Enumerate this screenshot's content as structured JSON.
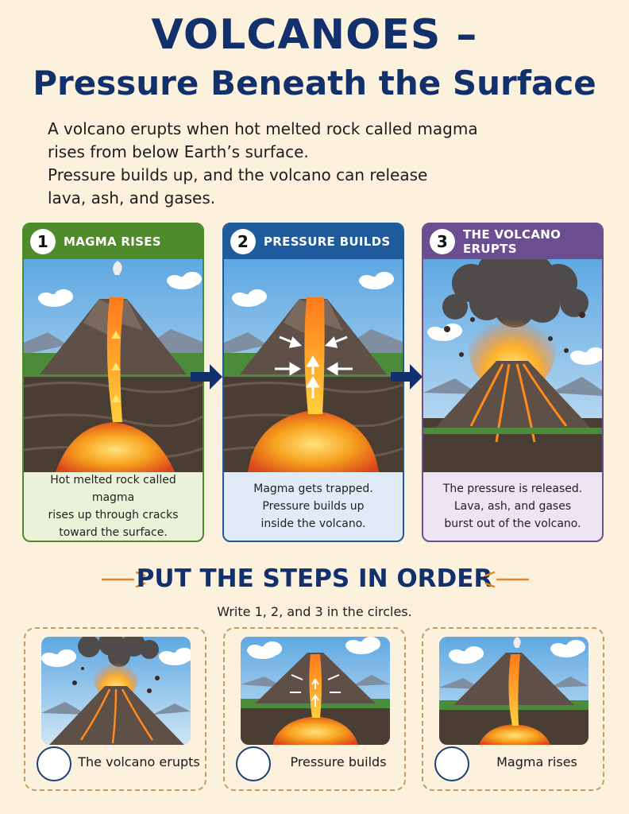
{
  "title": {
    "line1": "VOLCANOES –",
    "line2": "Pressure Beneath the Surface"
  },
  "intro": {
    "line1": "A volcano erupts when hot melted rock called magma",
    "line2": "rises from below Earth’s surface.",
    "line3": "Pressure builds up, and the volcano can release",
    "line4": "lava, ash, and gases."
  },
  "steps": [
    {
      "number": "1",
      "heading": "MAGMA RISES",
      "caption": [
        "Hot melted rock called magma",
        "rises up through cracks",
        "toward the surface."
      ],
      "color": "#4f8b2b"
    },
    {
      "number": "2",
      "heading": "PRESSURE BUILDS",
      "caption": [
        "Magma gets trapped.",
        "Pressure builds up",
        "inside the volcano."
      ],
      "color": "#1f5a9c"
    },
    {
      "number": "3",
      "heading": "THE VOLCANO ERUPTS",
      "caption": [
        "The pressure is released.",
        "Lava, ash, and gases",
        "burst out of the volcano."
      ],
      "color": "#6b4e8f"
    }
  ],
  "activity": {
    "title": "PUT THE STEPS IN ORDER",
    "instructions": "Write 1, 2, and 3 in the circles.",
    "options": [
      {
        "label": "The volcano erupts",
        "icon": "erupting-volcano-icon"
      },
      {
        "label": "Pressure builds",
        "icon": "pressure-volcano-icon"
      },
      {
        "label": "Magma rises",
        "icon": "rising-magma-volcano-icon"
      }
    ]
  },
  "colors": {
    "title": "#12306b",
    "background": "#fbf1dc",
    "arrow": "#12306b",
    "deco": "#e8842a"
  }
}
